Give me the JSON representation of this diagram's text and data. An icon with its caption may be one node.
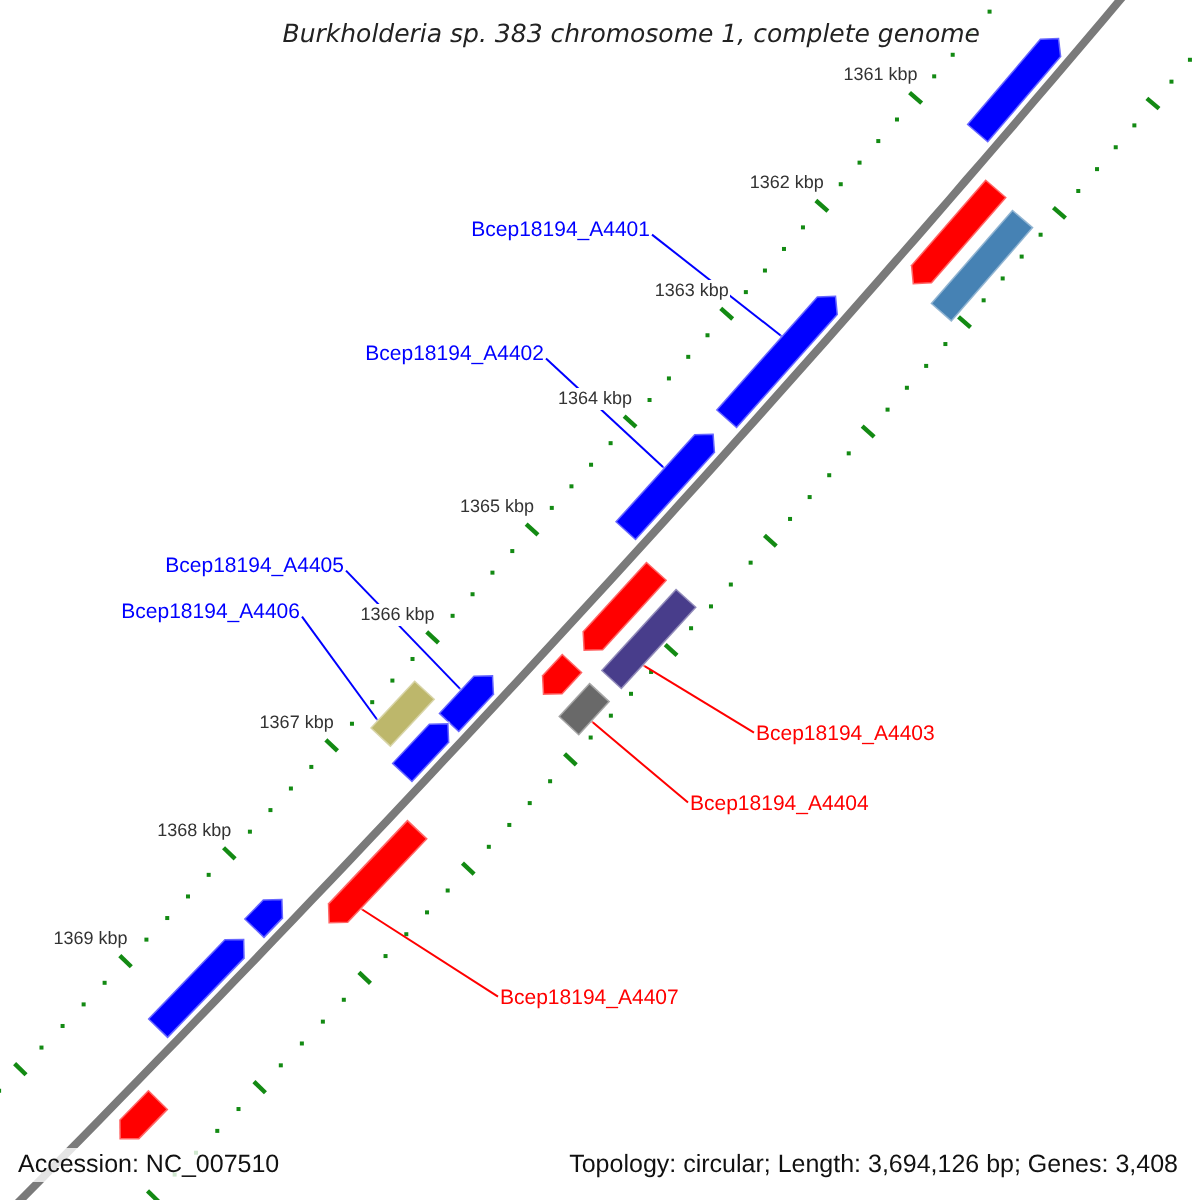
{
  "diagram": {
    "title": "Burkholderia sp. 383 chromosome 1, complete genome",
    "nodes": [
      {
        "text": [
          "Bcep18194_A4401"
        ]
      },
      {
        "text": [
          "Bcep18194_A4402"
        ]
      },
      {
        "text": [
          "Bcep18194_A4405"
        ]
      },
      {
        "text": [
          "Bcep18194_A4406"
        ]
      },
      {
        "text": [
          "Bcep18194_A4403"
        ]
      },
      {
        "text": [
          "Bcep18194_A4404"
        ]
      },
      {
        "text": [
          "Bcep18194_A4407"
        ]
      },
      {
        "text": [],
        "shape": "arrow"
      },
      {
        "text": [],
        "shape": "arrow"
      },
      {
        "text": [],
        "shape": "bar"
      },
      {
        "text": [],
        "shape": "arrow"
      },
      {
        "text": [],
        "shape": "arrow"
      },
      {
        "text": [],
        "shape": "arrow"
      },
      {
        "text": [],
        "shape": "bar"
      },
      {
        "text": [],
        "shape": "arrow"
      },
      {
        "text": [],
        "shape": "bar"
      },
      {
        "text": [],
        "shape": "arrow"
      },
      {
        "text": [],
        "shape": "bar"
      },
      {
        "text": [],
        "shape": "arrow"
      },
      {
        "text": [],
        "shape": "arrow"
      },
      {
        "text": [],
        "shape": "arrow"
      },
      {
        "text": [],
        "shape": "arrow"
      },
      {
        "text": [],
        "shape": "arrow"
      }
    ],
    "edges": [
      {
        "from": 0,
        "to": 10,
        "arrow": "none"
      },
      {
        "from": 1,
        "to": 11,
        "arrow": "none"
      },
      {
        "from": 2,
        "to": 16,
        "arrow": "none"
      },
      {
        "from": 3,
        "to": 17,
        "arrow": "none"
      },
      {
        "from": 4,
        "to": 13,
        "arrow": "none",
        "color": "#ff0000"
      },
      {
        "from": 5,
        "to": 15,
        "arrow": "none",
        "color": "#ff0000"
      },
      {
        "from": 6,
        "to": 19,
        "arrow": "none",
        "color": "#ff0000"
      }
    ],
    "labels": [
      "1361 kbp",
      "1362 kbp",
      "1363 kbp",
      "1364 kbp",
      "1365 kbp",
      "1366 kbp",
      "1367 kbp",
      "1368 kbp",
      "1369 kbp",
      "Accession: NC_007510",
      "Topology: circular; Length: 3,694,126 bp; Genes: 3,408"
    ]
  }
}
